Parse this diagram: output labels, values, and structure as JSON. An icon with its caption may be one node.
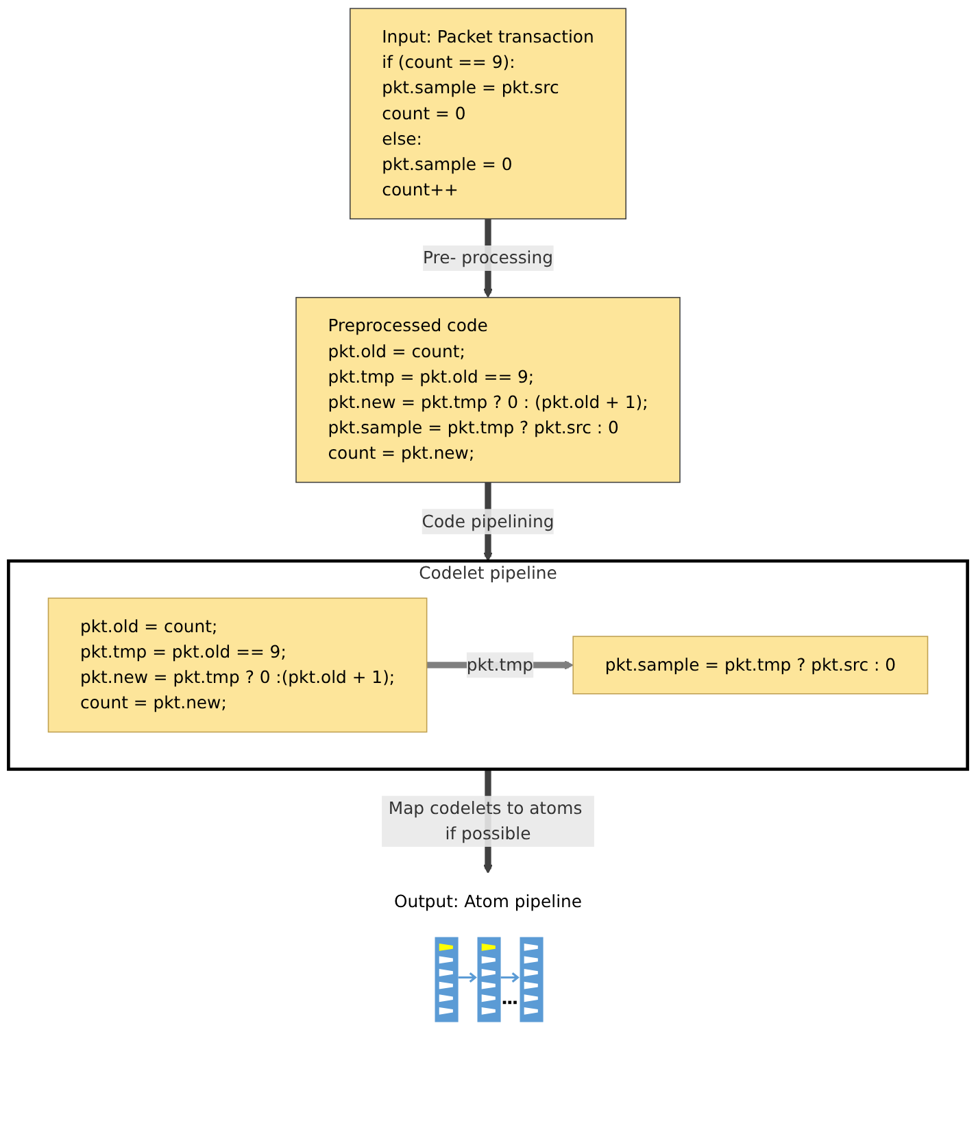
{
  "diagram": {
    "nodes": [
      {
        "text": [
          "Input:  Packet transaction",
          "if (count == 9):",
          "pkt.sample = pkt.src",
          "count = 0",
          "else:",
          "pkt.sample = 0",
          "count++"
        ]
      },
      {
        "text": [
          "Preprocessed code",
          "pkt.old = count;",
          "pkt.tmp = pkt.old == 9;",
          "pkt.new = pkt.tmp ? 0 : (pkt.old + 1);",
          "pkt.sample = pkt.tmp ? pkt.src : 0",
          "count = pkt.new;"
        ]
      },
      {
        "text": [
          "Codelet pipeline"
        ]
      },
      {
        "text": [
          "pkt.old = count;",
          "pkt.tmp = pkt.old == 9;",
          "pkt.new = pkt.tmp ? 0 :(pkt.old + 1);",
          "count = pkt.new;"
        ],
        "in": 2
      },
      {
        "text": [
          "pkt.sample = pkt.tmp ? pkt.src : 0"
        ],
        "in": 2
      },
      {
        "text": [
          "Output: Atom pipeline"
        ]
      }
    ],
    "edges": [
      {
        "from": 0,
        "to": 1,
        "arrow": "to",
        "label": "Pre- processing"
      },
      {
        "from": 1,
        "to": 2,
        "arrow": "to",
        "label": "Code pipelining"
      },
      {
        "from": 3,
        "to": 4,
        "arrow": "to",
        "label": "pkt.tmp",
        "color": "#7f7f7f"
      },
      {
        "from": 2,
        "to": 5,
        "arrow": "to",
        "label": "Map codelets to atoms if possible"
      }
    ]
  }
}
